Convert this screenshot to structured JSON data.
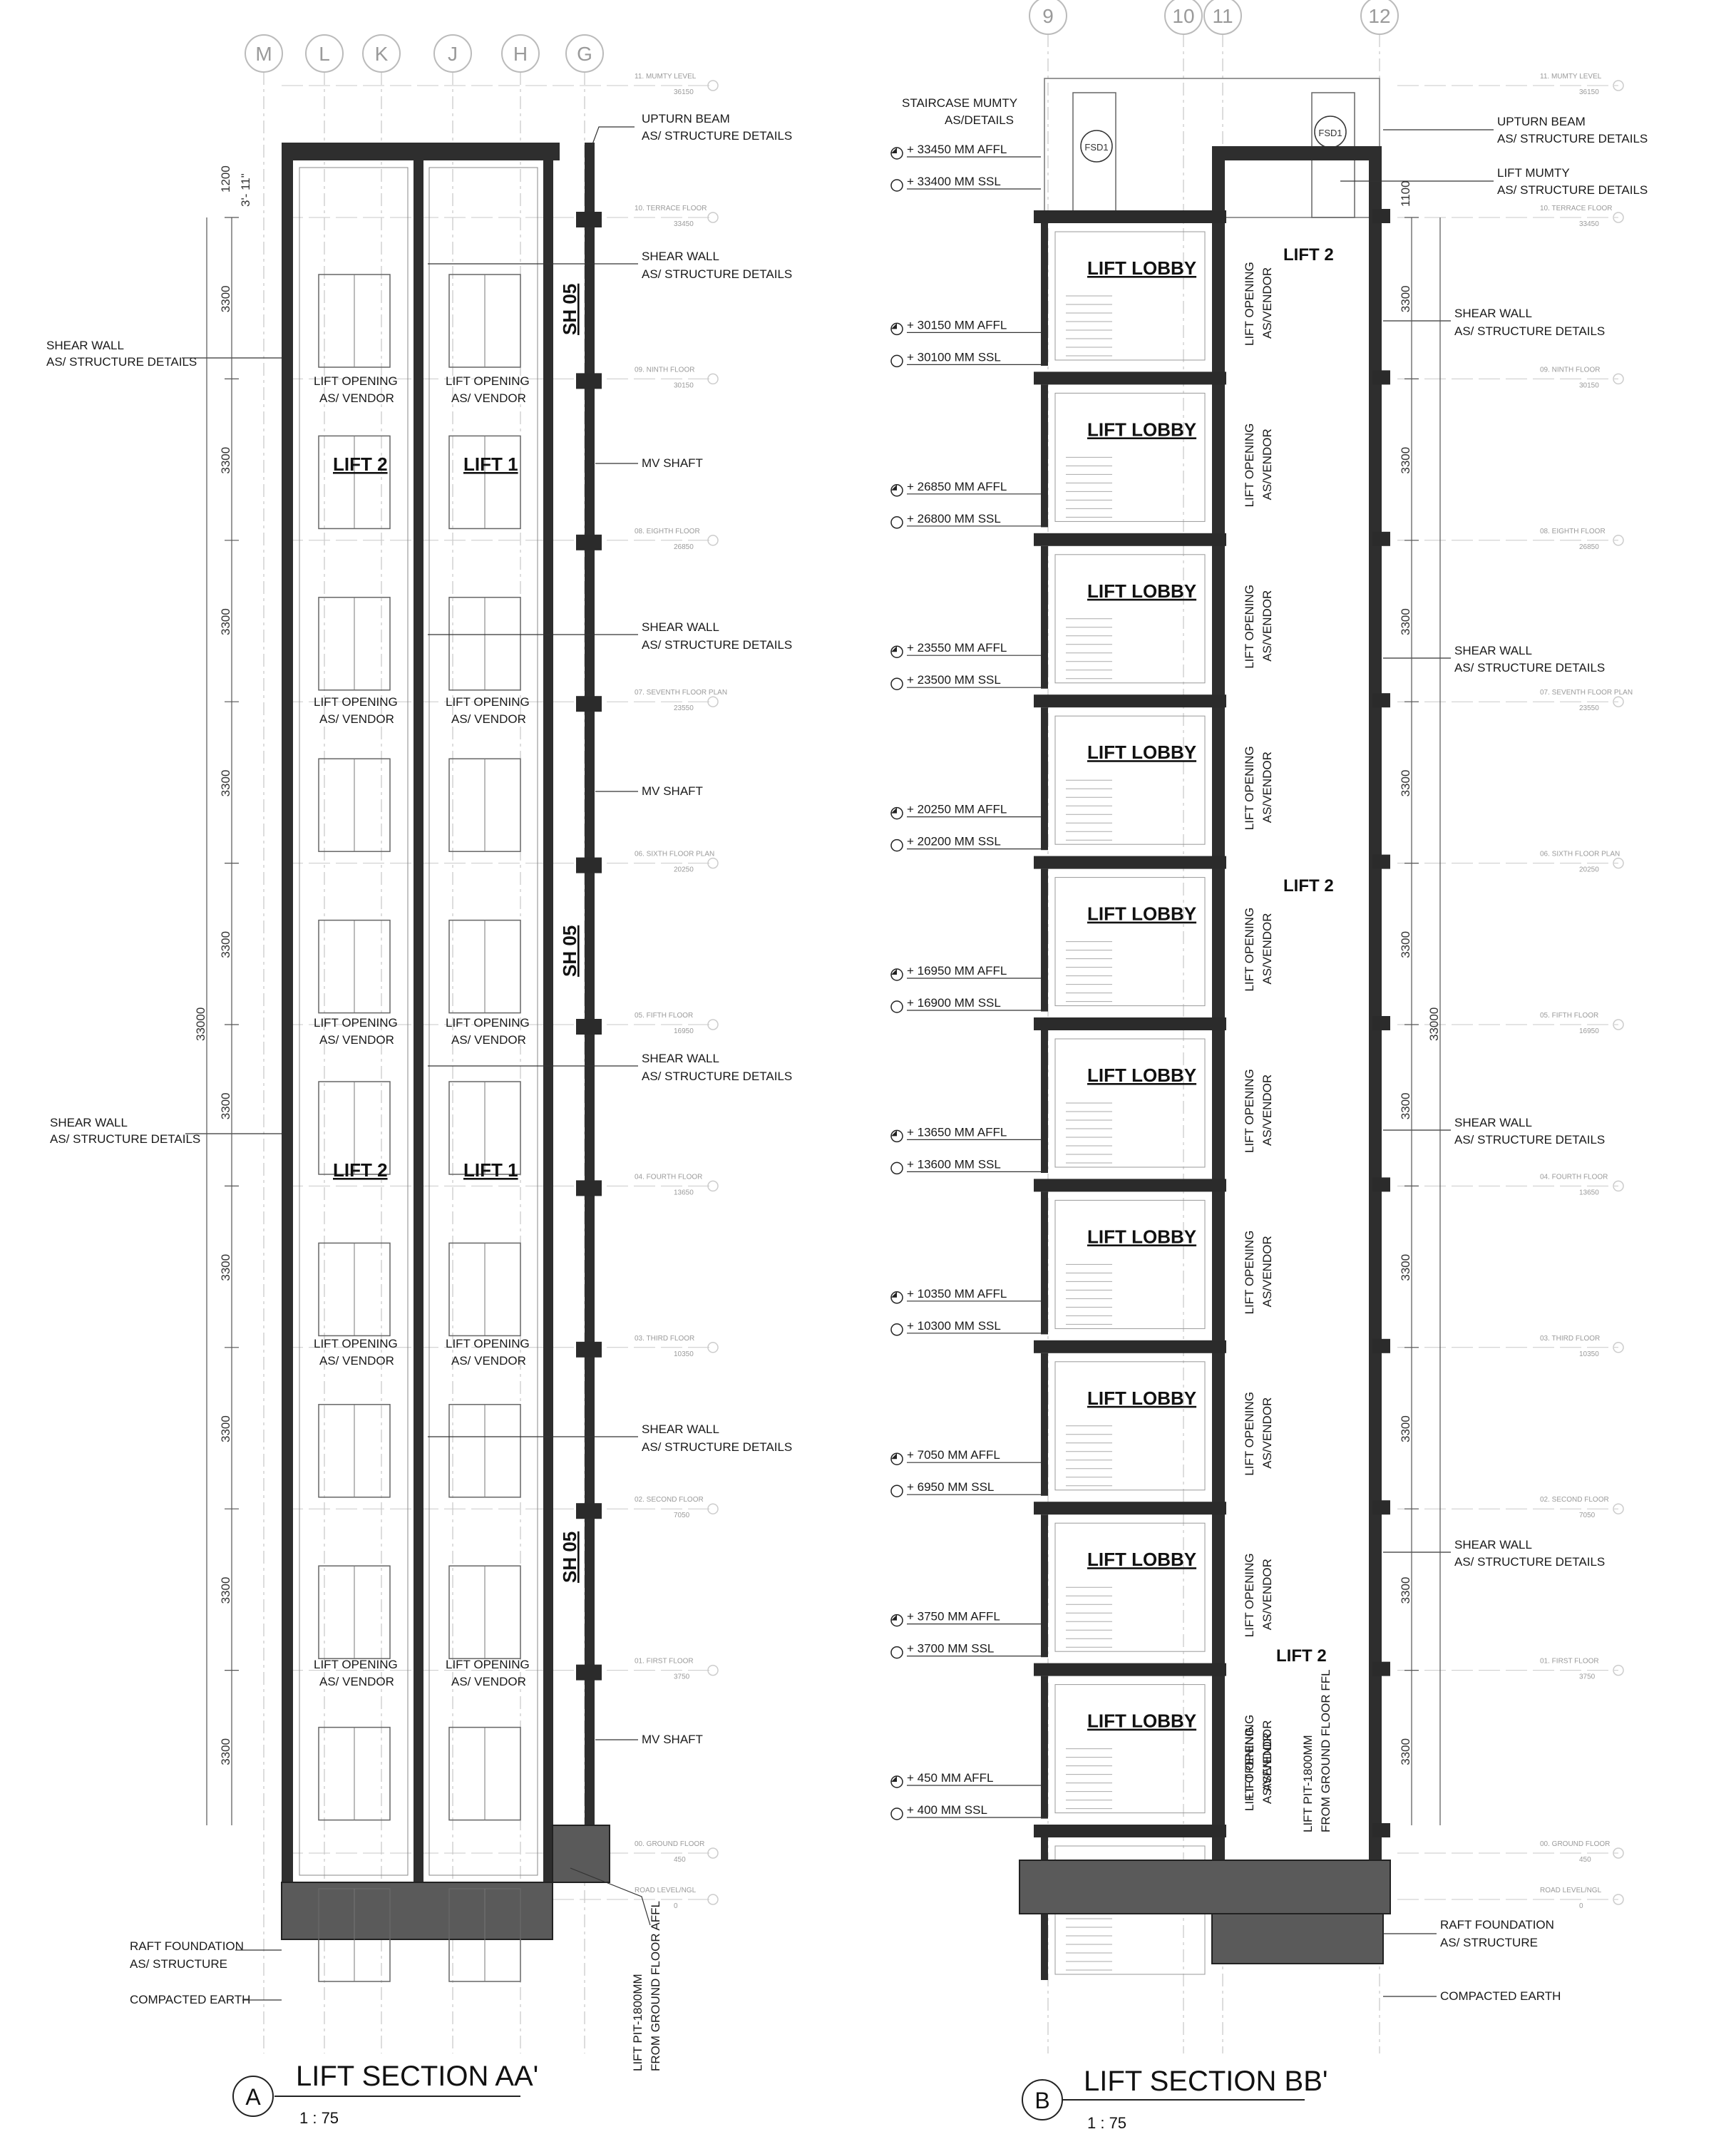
{
  "section_a": {
    "title": "LIFT SECTION AA'",
    "scale": "1 : 75",
    "marker": "A",
    "grids": [
      "M",
      "L",
      "K",
      "J",
      "H",
      "G"
    ],
    "lift_left": "LIFT 2",
    "lift_right": "LIFT 1",
    "lift_opening": "LIFT OPENING",
    "as_vendor": "AS/ VENDOR",
    "shaft_tag": "SH 05",
    "mv_shaft": "MV SHAFT",
    "shear_wall": "SHEAR WALL",
    "as_structure_details": "AS/ STRUCTURE DETAILS",
    "upturn_beam": "UPTURN BEAM",
    "raft_foundation": "RAFT FOUNDATION",
    "as_structure": "AS/ STRUCTURE",
    "compacted_earth": "COMPACTED EARTH",
    "lift_pit_1": "LIFT PIT-1800MM",
    "lift_pit_2": "FROM GROUND FLOOR AFFL",
    "dim_top": "1200",
    "dim_imperial": "3'- 11\"",
    "dim_floor": "3300",
    "dim_total": "33000"
  },
  "section_b": {
    "title": "LIFT SECTION BB'",
    "scale": "1 : 75",
    "marker": "B",
    "grids": [
      "9",
      "10",
      "11",
      "12"
    ],
    "staircase_mumty_1": "STAIRCASE MUMTY",
    "staircase_mumty_2": "AS/DETAILS",
    "fsd": "FSD1",
    "upturn_beam": "UPTURN BEAM",
    "as_structure_details": "AS/ STRUCTURE DETAILS",
    "lift_mumty": "LIFT MUMTY",
    "lift_lobby": "LIFT LOBBY",
    "lift_2": "LIFT 2",
    "lift_opening": "LIFT OPENING",
    "as_vendor": "AS/VENDOR",
    "shear_wall": "SHEAR WALL",
    "raft_foundation": "RAFT FOUNDATION",
    "as_structure": "AS/ STRUCTURE",
    "compacted_earth": "COMPACTED EARTH",
    "lift_pit_1": "LIFT PIT-1800MM",
    "lift_pit_2": "FROM GROUND FLOOR FFL",
    "dim_top": "1100",
    "dim_floor": "3300",
    "dim_total": "33000",
    "elevations": [
      {
        "affl": "+ 33450 MM AFFL",
        "ssl": "+ 33400 MM SSL"
      },
      {
        "affl": "+ 30150 MM AFFL",
        "ssl": "+ 30100 MM SSL"
      },
      {
        "affl": "+ 26850 MM AFFL",
        "ssl": "+ 26800 MM SSL"
      },
      {
        "affl": "+ 23550 MM AFFL",
        "ssl": "+ 23500 MM SSL"
      },
      {
        "affl": "+ 20250 MM AFFL",
        "ssl": "+ 20200 MM SSL"
      },
      {
        "affl": "+ 16950 MM AFFL",
        "ssl": "+ 16900 MM SSL"
      },
      {
        "affl": "+ 13650 MM AFFL",
        "ssl": "+ 13600 MM SSL"
      },
      {
        "affl": "+ 10350 MM AFFL",
        "ssl": "+ 10300 MM SSL"
      },
      {
        "affl": "+ 7050 MM AFFL",
        "ssl": "+ 6950 MM SSL"
      },
      {
        "affl": "+ 3750 MM AFFL",
        "ssl": "+ 3700 MM SSL"
      },
      {
        "affl": "+ 450 MM AFFL",
        "ssl": "+ 400 MM SSL"
      }
    ]
  },
  "levels": [
    {
      "name": "11. MUMTY LEVEL",
      "value": "36150"
    },
    {
      "name": "10. TERRACE FLOOR",
      "value": "33450"
    },
    {
      "name": "09. NINTH FLOOR",
      "value": "30150"
    },
    {
      "name": "08. EIGHTH FLOOR",
      "value": "26850"
    },
    {
      "name": "07. SEVENTH FLOOR PLAN",
      "value": "23550"
    },
    {
      "name": "06. SIXTH FLOOR PLAN",
      "value": "20250"
    },
    {
      "name": "05. FIFTH FLOOR",
      "value": "16950"
    },
    {
      "name": "04. FOURTH FLOOR",
      "value": "13650"
    },
    {
      "name": "03. THIRD FLOOR",
      "value": "10350"
    },
    {
      "name": "02. SECOND FLOOR",
      "value": "7050"
    },
    {
      "name": "01. FIRST FLOOR",
      "value": "3750"
    },
    {
      "name": "00. GROUND FLOOR",
      "value": "450"
    },
    {
      "name": "ROAD LEVEL/NGL",
      "value": "0"
    }
  ]
}
